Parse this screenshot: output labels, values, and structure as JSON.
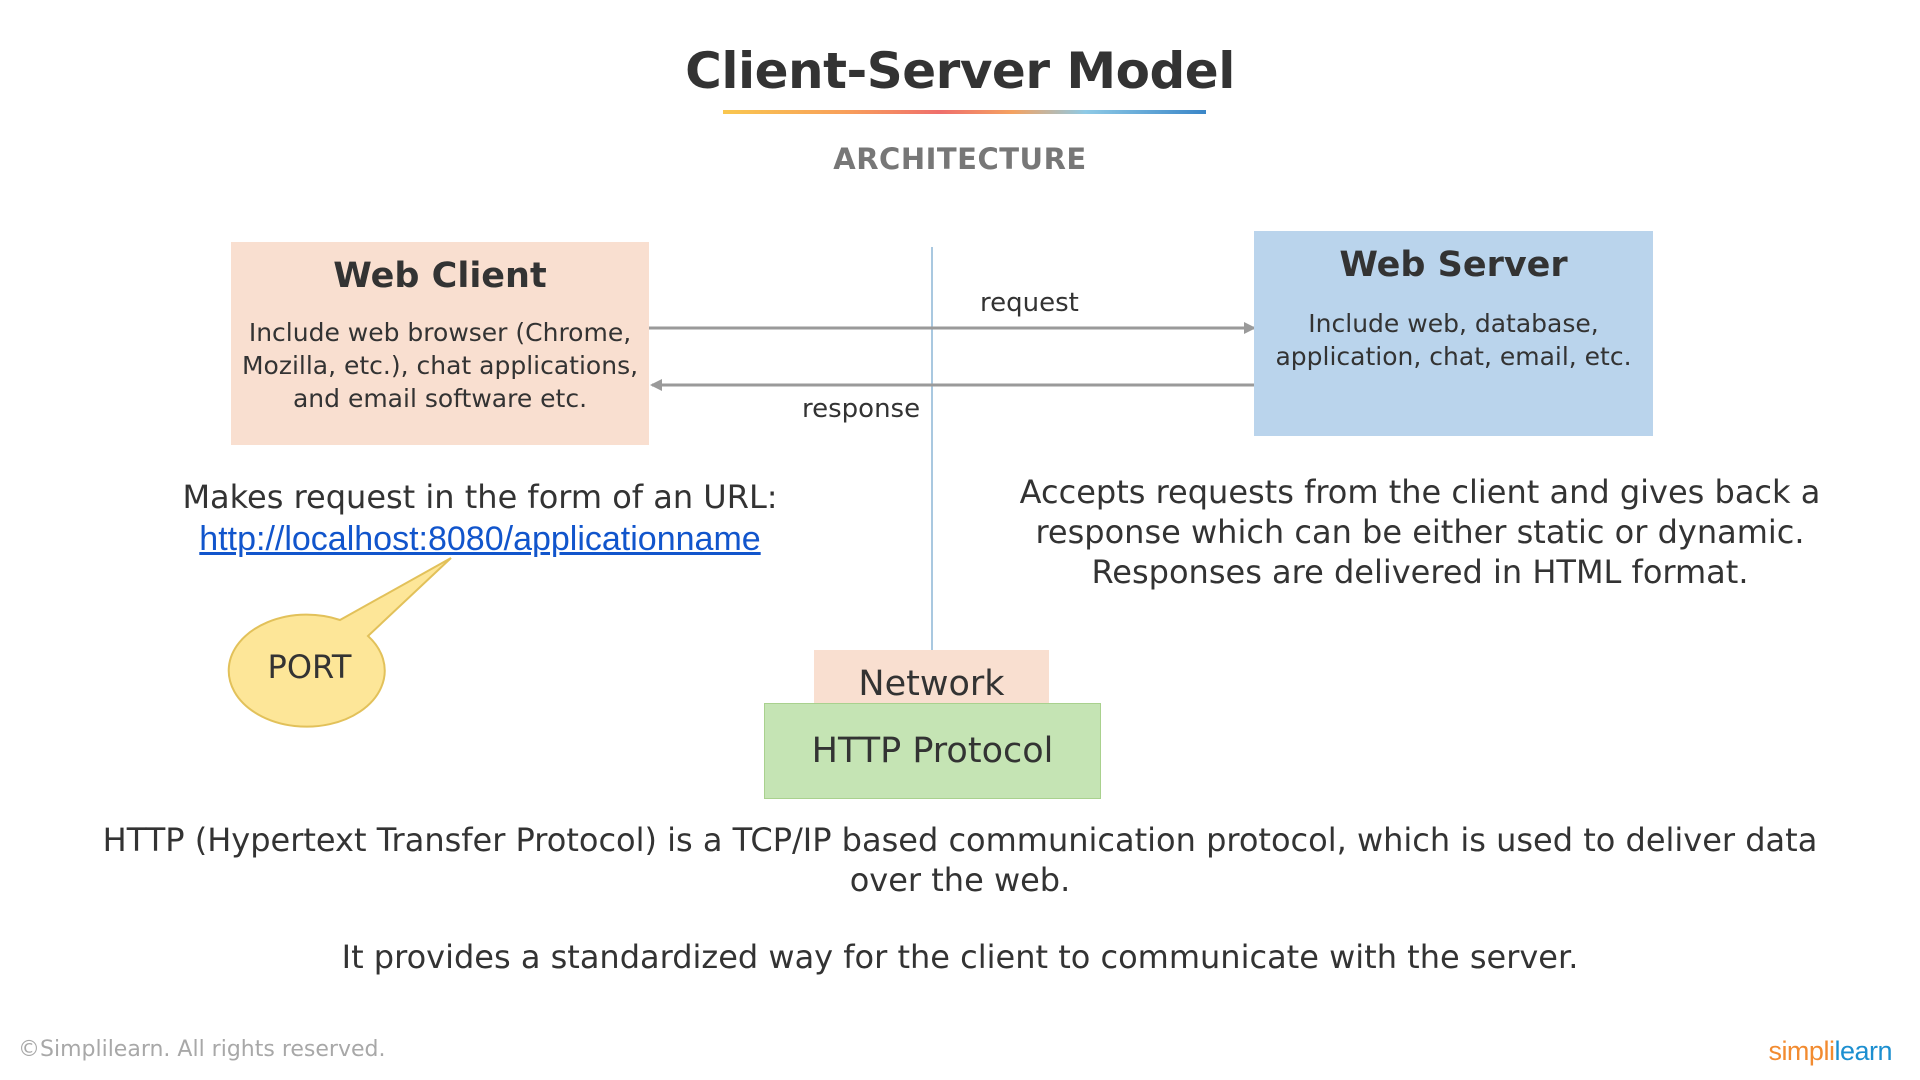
{
  "header": {
    "title": "Client-Server Model",
    "subtitle": "ARCHITECTURE"
  },
  "client": {
    "title": "Web Client",
    "description": "Include web browser (Chrome, Mozilla, etc.), chat applications, and email software etc.",
    "note": "Makes request in the form of an URL:",
    "url": "http://localhost:8080/applicationname",
    "callout": "PORT"
  },
  "server": {
    "title": "Web Server",
    "description": "Include web, database, application, chat, email, etc.",
    "note": "Accepts requests from the client and gives back a response which can be either static or dynamic. Responses are delivered in HTML format."
  },
  "arrows": {
    "request": "request",
    "response": "response"
  },
  "network": {
    "label": "Network",
    "protocol": "HTTP Protocol"
  },
  "http": {
    "description": "HTTP (Hypertext Transfer Protocol) is a TCP/IP based communication protocol, which is used to deliver data over the web.",
    "description2": "It provides a standardized way for the client to communicate with the server."
  },
  "footer": {
    "copyright": "©Simplilearn. All rights reserved.",
    "logo_part1": "simpli",
    "logo_part2": "learn"
  },
  "colors": {
    "client_box": "#f9dfd0",
    "server_box": "#bad4ec",
    "network_box": "#f9dfd0",
    "protocol_box": "#c5e4b4",
    "callout": "#fde698",
    "link": "#1155cc",
    "arrow": "#9a9a9a"
  }
}
